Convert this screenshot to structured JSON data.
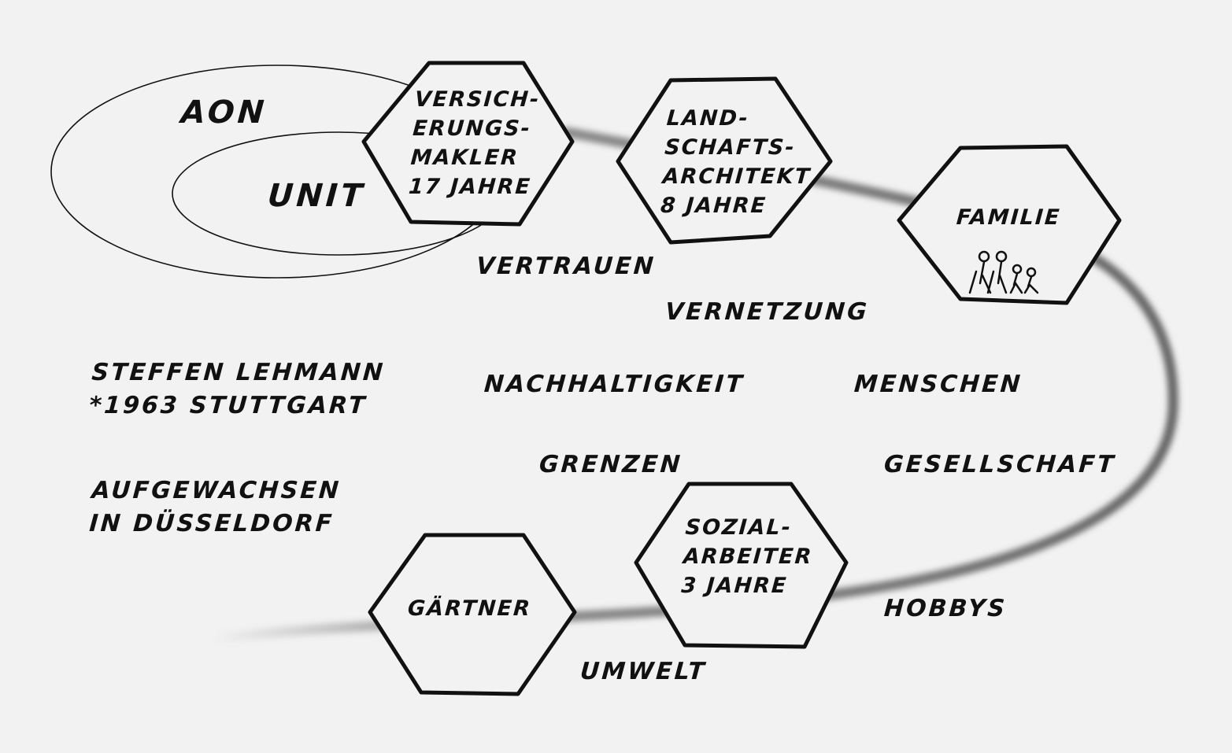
{
  "circles": {
    "outer": "AON",
    "inner": "UNIT"
  },
  "hexagons": [
    {
      "lines": [
        "VERSICH-",
        "ERUNGS-",
        "MAKLER",
        "17 JAHRE"
      ]
    },
    {
      "lines": [
        "LAND-",
        "SCHAFTS-",
        "ARCHITEKT",
        "8 JAHRE"
      ]
    },
    {
      "lines": [
        "FAMILIE"
      ],
      "icon": "family-icon"
    },
    {
      "lines": [
        "SOZIAL-",
        "ARBEITER",
        "3 JAHRE"
      ]
    },
    {
      "lines": [
        "GÄRTNER"
      ]
    }
  ],
  "words": {
    "vertrauen": "VERTRAUEN",
    "vernetzung": "VERNETZUNG",
    "nachhaltigkeit": "NACHHALTIGKEIT",
    "menschen": "MENSCHEN",
    "grenzen": "GRENZEN",
    "gesellschaft": "GESELLSCHAFT",
    "hobbys": "HOBBYS",
    "umwelt": "UMWELT"
  },
  "person": {
    "name": "STEFFEN LEHMANN",
    "born": "*1963 STUTTGART",
    "grew_up_1": "AUFGEWACHSEN",
    "grew_up_2": "IN DÜSSELDORF"
  }
}
